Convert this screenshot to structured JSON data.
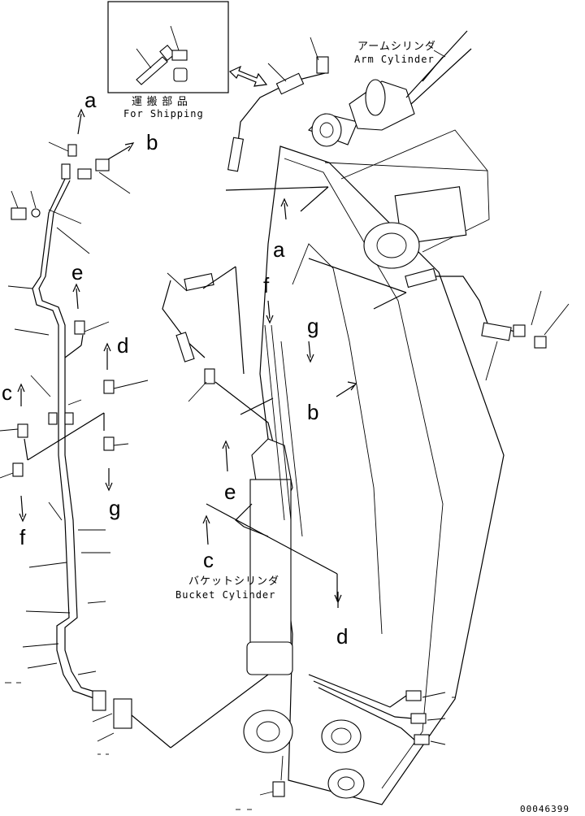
{
  "shipping_box": {
    "jp": "運 搬 部 品",
    "en": "For Shipping"
  },
  "arm_cylinder": {
    "jp": "アームシリンダ",
    "en": "Arm Cylinder"
  },
  "bucket_cylinder": {
    "jp": "バケットシリンダ",
    "en": "Bucket Cylinder"
  },
  "callouts": {
    "a_top": "a",
    "b_top": "b",
    "e_left": "e",
    "d_left": "d",
    "c_left": "c",
    "f_left": "f",
    "g_left": "g",
    "a_boom": "a",
    "f_boom": "f",
    "g_boom": "g",
    "b_boom": "b",
    "e_boom": "e",
    "c_boom": "c",
    "d_boom": "d"
  },
  "drawing_number": "00046399",
  "colors": {
    "ink": "#000000",
    "paper": "#ffffff"
  }
}
